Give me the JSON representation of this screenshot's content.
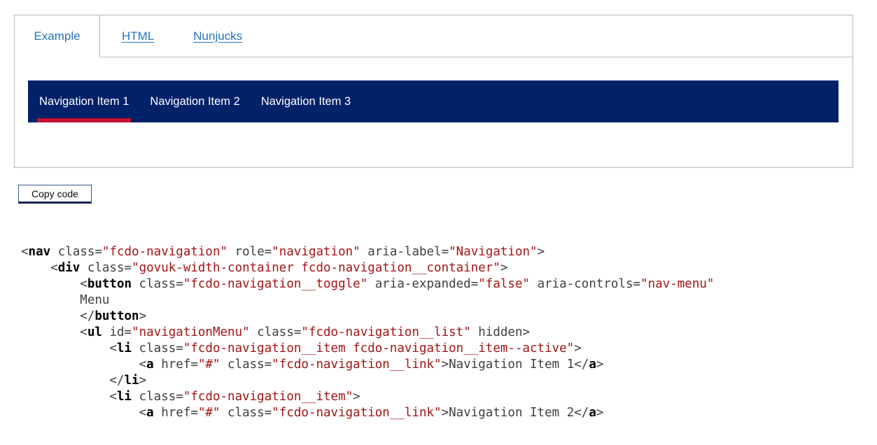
{
  "tabs": {
    "example": {
      "label": "Example",
      "selected": true
    },
    "html": {
      "label": "HTML"
    },
    "nunjucks": {
      "label": "Nunjucks"
    }
  },
  "example_frame": {
    "nav_items": [
      {
        "label": "Navigation Item 1",
        "active": true
      },
      {
        "label": "Navigation Item 2",
        "active": false
      },
      {
        "label": "Navigation Item 3",
        "active": false
      }
    ]
  },
  "copy_button_label": "Copy code",
  "colors": {
    "navy": "#012169",
    "red": "#c8102e",
    "link_blue": "#2573bd",
    "border_gray": "#b6b8ba",
    "code_string": "#a31515"
  },
  "code": {
    "lines": [
      [
        [
          "p",
          "<"
        ],
        [
          "t",
          "nav"
        ],
        [
          "p",
          " class="
        ],
        [
          "s",
          "\"fcdo-navigation\""
        ],
        [
          "p",
          " role="
        ],
        [
          "s",
          "\"navigation\""
        ],
        [
          "p",
          " aria-label="
        ],
        [
          "s",
          "\"Navigation\""
        ],
        [
          "p",
          ">"
        ]
      ],
      [
        [
          "p",
          "    <"
        ],
        [
          "t",
          "div"
        ],
        [
          "p",
          " class="
        ],
        [
          "s",
          "\"govuk-width-container fcdo-navigation__container\""
        ],
        [
          "p",
          ">"
        ]
      ],
      [
        [
          "p",
          "        <"
        ],
        [
          "t",
          "button"
        ],
        [
          "p",
          " class="
        ],
        [
          "s",
          "\"fcdo-navigation__toggle\""
        ],
        [
          "p",
          " aria-expanded="
        ],
        [
          "s",
          "\"false\""
        ],
        [
          "p",
          " aria-controls="
        ],
        [
          "s",
          "\"nav-menu\""
        ]
      ],
      [
        [
          "p",
          "        Menu"
        ]
      ],
      [
        [
          "p",
          "        </"
        ],
        [
          "t",
          "button"
        ],
        [
          "p",
          ">"
        ]
      ],
      [
        [
          "p",
          "        <"
        ],
        [
          "t",
          "ul"
        ],
        [
          "p",
          " id="
        ],
        [
          "s",
          "\"navigationMenu\""
        ],
        [
          "p",
          " class="
        ],
        [
          "s",
          "\"fcdo-navigation__list\""
        ],
        [
          "p",
          " hidden>"
        ]
      ],
      [
        [
          "p",
          "            <"
        ],
        [
          "t",
          "li"
        ],
        [
          "p",
          " class="
        ],
        [
          "s",
          "\"fcdo-navigation__item fcdo-navigation__item--active\""
        ],
        [
          "p",
          ">"
        ]
      ],
      [
        [
          "p",
          "                <"
        ],
        [
          "t",
          "a"
        ],
        [
          "p",
          " href="
        ],
        [
          "s",
          "\"#\""
        ],
        [
          "p",
          " class="
        ],
        [
          "s",
          "\"fcdo-navigation__link\""
        ],
        [
          "p",
          ">Navigation Item 1</"
        ],
        [
          "t",
          "a"
        ],
        [
          "p",
          ">"
        ]
      ],
      [
        [
          "p",
          "            </"
        ],
        [
          "t",
          "li"
        ],
        [
          "p",
          ">"
        ]
      ],
      [
        [
          "p",
          "            <"
        ],
        [
          "t",
          "li"
        ],
        [
          "p",
          " class="
        ],
        [
          "s",
          "\"fcdo-navigation__item\""
        ],
        [
          "p",
          ">"
        ]
      ],
      [
        [
          "p",
          "                <"
        ],
        [
          "t",
          "a"
        ],
        [
          "p",
          " href="
        ],
        [
          "s",
          "\"#\""
        ],
        [
          "p",
          " class="
        ],
        [
          "s",
          "\"fcdo-navigation__link\""
        ],
        [
          "p",
          ">Navigation Item 2</"
        ],
        [
          "t",
          "a"
        ],
        [
          "p",
          ">"
        ]
      ]
    ]
  }
}
